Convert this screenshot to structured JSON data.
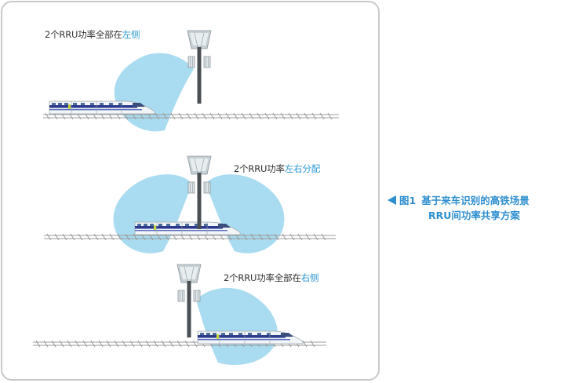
{
  "scenes": [
    {
      "label_prefix": "2个RRU功率全部在",
      "label_highlight": "左侧"
    },
    {
      "label_prefix": "2个RRU功率",
      "label_highlight": "左右分配"
    },
    {
      "label_prefix": "2个RRU功率全部在",
      "label_highlight": "右侧"
    }
  ],
  "caption": {
    "figure_number": "图1",
    "title_line1": "基于来车识别的高铁场景",
    "title_line2": "RRU间功率共享方案"
  },
  "colors": {
    "highlight": "#2e9ad6",
    "caption": "#2e8fcf",
    "beam": "#a9dcf0",
    "train_stripe": "#2b3a8c",
    "panel_border": "#c9c9c9"
  },
  "icons": [
    "train-icon",
    "tower-icon",
    "rail-track",
    "coverage-beam"
  ]
}
